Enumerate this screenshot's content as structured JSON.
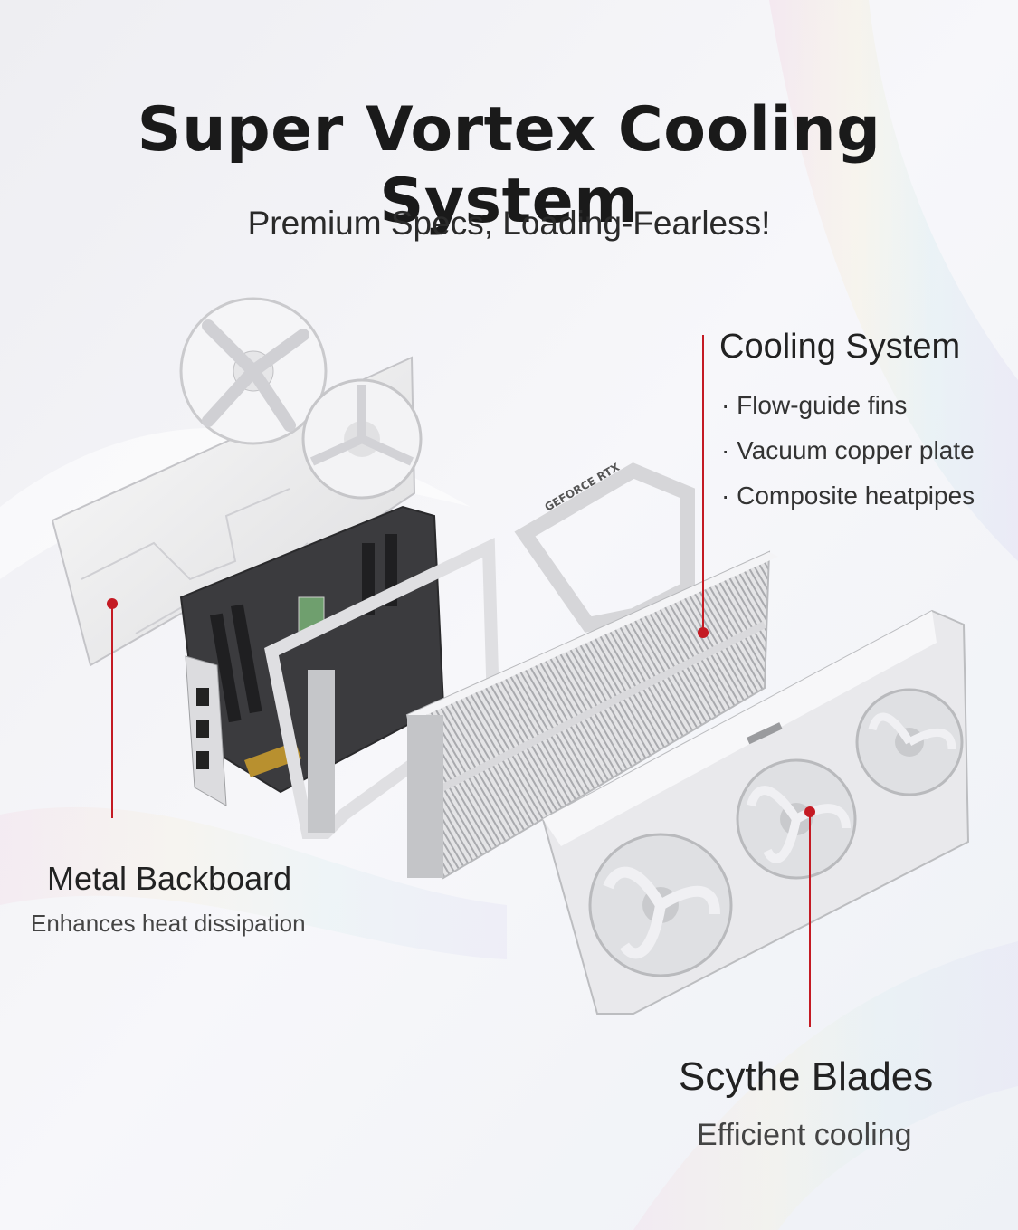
{
  "header": {
    "title": "Super Vortex Cooling System",
    "subtitle": "Premium Specs, Loading-Fearless!"
  },
  "cooling": {
    "title": "Cooling System",
    "features": [
      "Flow-guide fins",
      "Vacuum copper plate",
      "Composite heatpipes"
    ]
  },
  "backboard": {
    "title": "Metal Backboard",
    "desc": "Enhances heat dissipation"
  },
  "blades": {
    "title": "Scythe Blades",
    "desc": "Efficient cooling"
  },
  "product": {
    "bracket_text": "GEFORCE RTX"
  },
  "colors": {
    "accent": "#c41a23",
    "text": "#1a1a1a",
    "pcb": "#3b3b3e",
    "metal": "#d9dadd"
  }
}
